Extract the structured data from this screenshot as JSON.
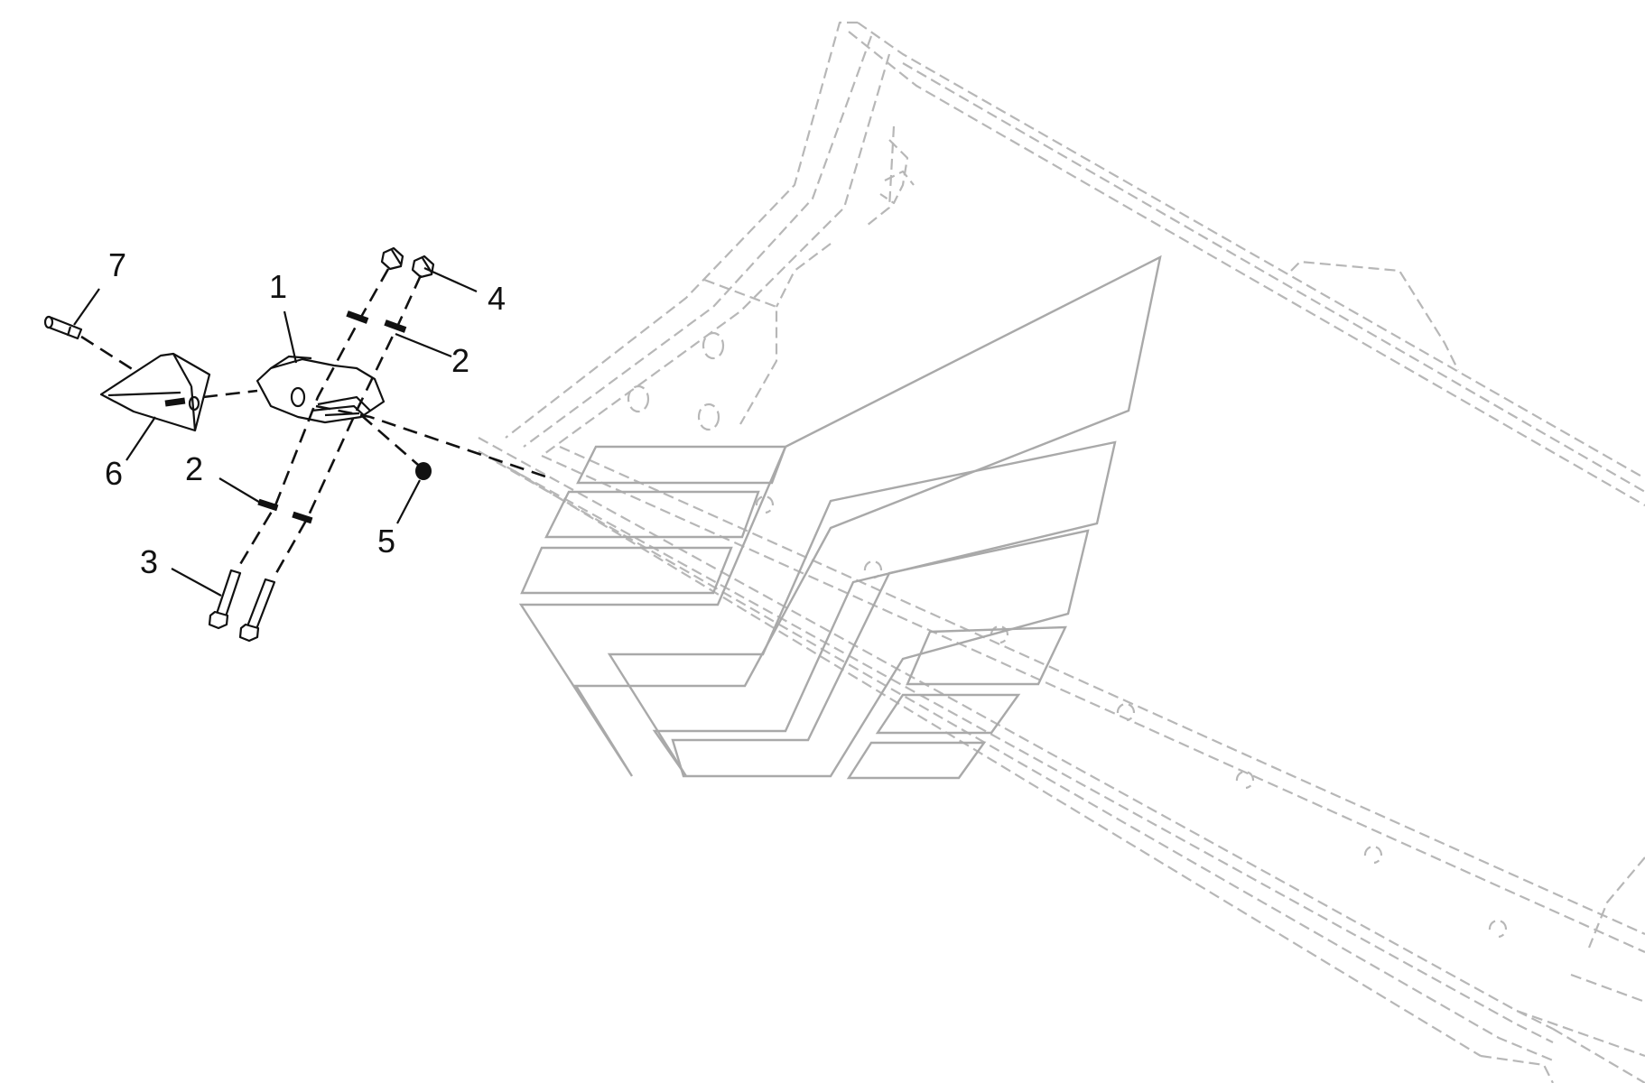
{
  "callouts": [
    {
      "id": "1",
      "label": "1"
    },
    {
      "id": "2a",
      "label": "2"
    },
    {
      "id": "2b",
      "label": "2"
    },
    {
      "id": "3",
      "label": "3"
    },
    {
      "id": "4",
      "label": "4"
    },
    {
      "id": "5",
      "label": "5"
    },
    {
      "id": "6",
      "label": "6"
    },
    {
      "id": "7",
      "label": "7"
    }
  ],
  "colors": {
    "foreground_parts": "#111111",
    "background_assembly": "#b7b7b7",
    "logo_outline": "#a9a9a9"
  }
}
